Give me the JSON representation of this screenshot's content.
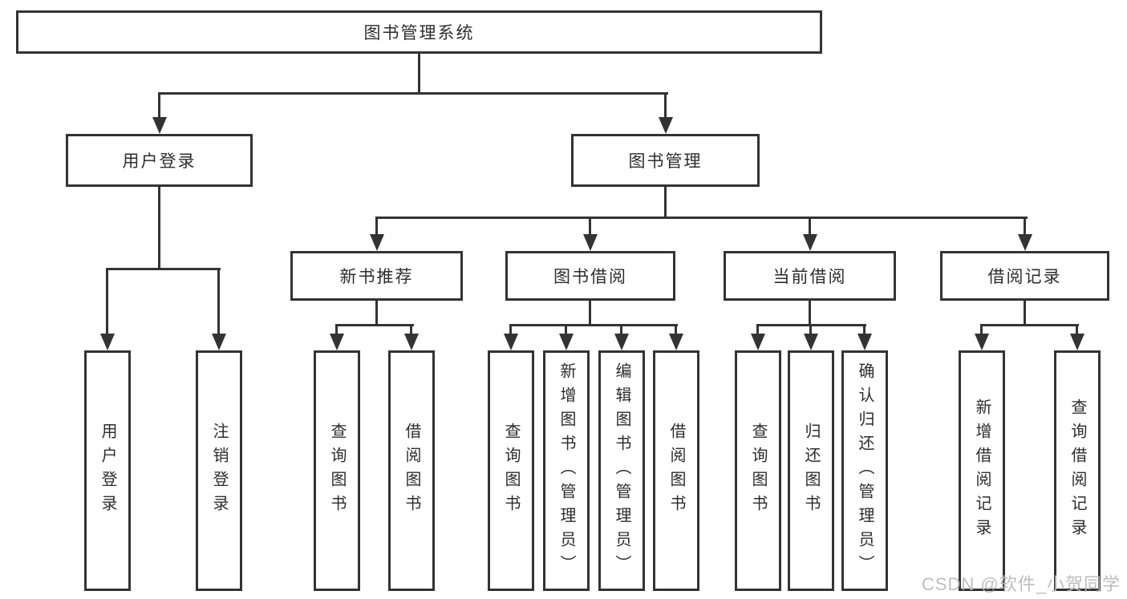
{
  "colors": {
    "line": "#333333",
    "text": "#2d2d2d",
    "watermark": "#b9b9b9",
    "background": "#ffffff"
  },
  "watermark": {
    "text": "CSDN @软件_小贺同学"
  },
  "tree": {
    "root": {
      "label": "图书管理系统",
      "children": [
        {
          "label": "用户登录",
          "children": [
            {
              "label": "用户登录"
            },
            {
              "label": "注销登录"
            }
          ]
        },
        {
          "label": "图书管理",
          "children": [
            {
              "label": "新书推荐",
              "children": [
                {
                  "label": "查询图书"
                },
                {
                  "label": "借阅图书"
                }
              ]
            },
            {
              "label": "图书借阅",
              "children": [
                {
                  "label": "查询图书"
                },
                {
                  "label": "新增图书（管理员）"
                },
                {
                  "label": "编辑图书（管理员）"
                },
                {
                  "label": "借阅图书"
                }
              ]
            },
            {
              "label": "当前借阅",
              "children": [
                {
                  "label": "查询图书"
                },
                {
                  "label": "归还图书"
                },
                {
                  "label": "确认归还（管理员）"
                }
              ]
            },
            {
              "label": "借阅记录",
              "children": [
                {
                  "label": "新增借阅记录"
                },
                {
                  "label": "查询借阅记录"
                }
              ]
            }
          ]
        }
      ]
    }
  }
}
